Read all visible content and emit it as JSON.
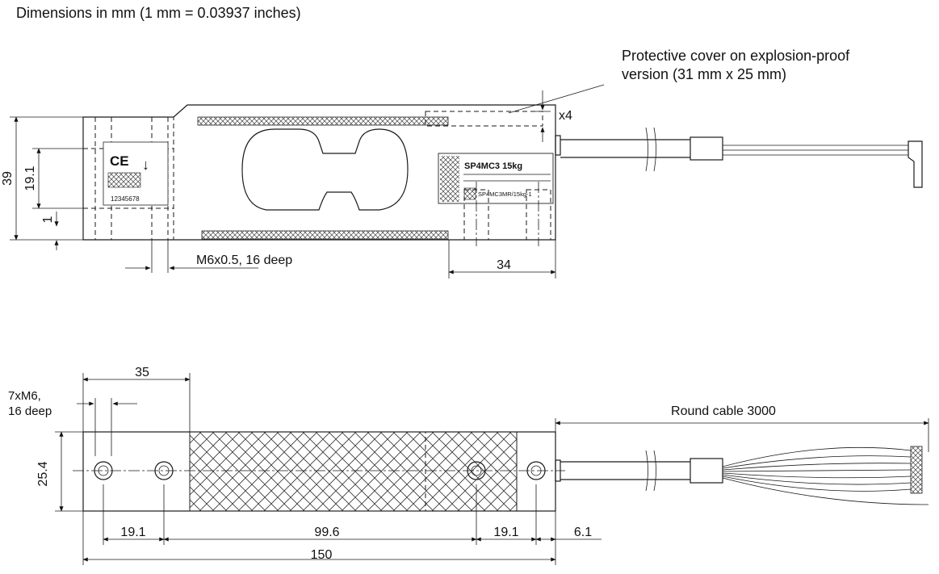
{
  "header": "Dimensions in mm (1 mm = 0.03937 inches)",
  "callouts": {
    "cover_line1": "Protective cover on explosion-proof",
    "cover_line2": "version  (31 mm x 25 mm)",
    "cover_height": "x4",
    "thread_front": "M6x0.5, 16 deep",
    "thread_top_line1": "7xM6,",
    "thread_top_line2": "16 deep",
    "cable": "Round cable 3000"
  },
  "front_view_dims": {
    "height": "39",
    "hole_spacing": "19.1",
    "bottom_offset": "1",
    "label_width": "34"
  },
  "top_view_dims": {
    "end_to_edge": "35",
    "width": "25.4",
    "hole_left": "19.1",
    "hole_center": "99.6",
    "hole_right": "19.1",
    "end_right": "6.1",
    "length": "150"
  },
  "label_plate": {
    "model": "SP4MC3  15kg",
    "serial": "12345678",
    "part": "SP4MC3MR/15kg-1"
  }
}
